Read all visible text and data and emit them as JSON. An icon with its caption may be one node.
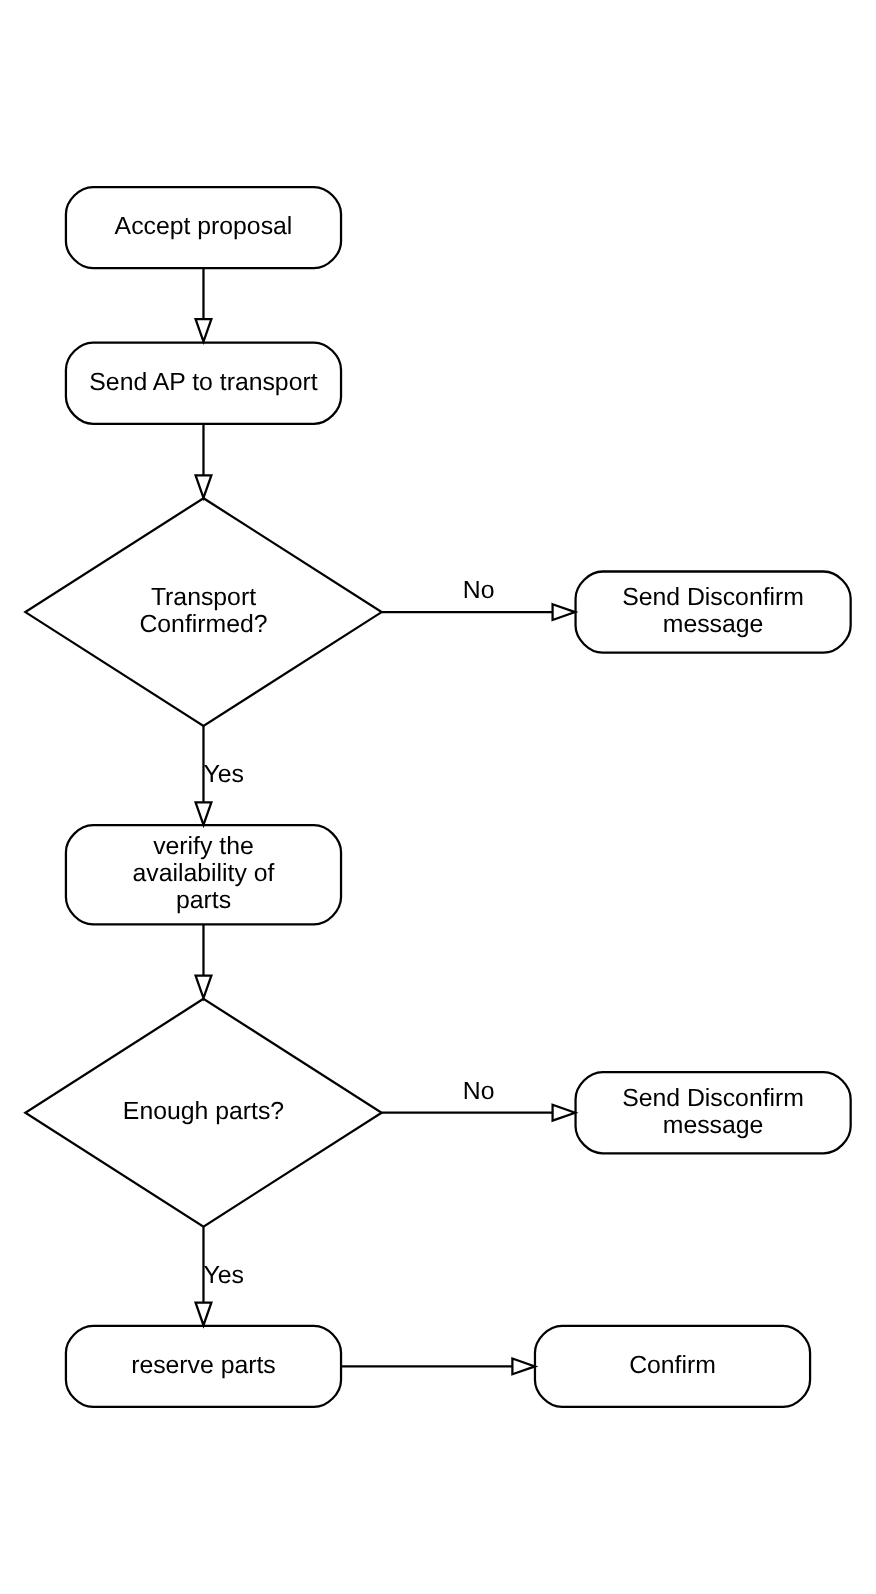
{
  "diagram": {
    "nodes": [
      {
        "text": [
          "Accept proposal"
        ]
      },
      {
        "text": [
          "Send AP to transport"
        ]
      },
      {
        "text": [
          "Transport Confirmed?"
        ]
      },
      {
        "text": [
          "Send Disconfirm message"
        ]
      },
      {
        "text": [
          "verify the availability of parts"
        ]
      },
      {
        "text": [
          "Enough parts?"
        ]
      },
      {
        "text": [
          "Send Disconfirm message"
        ]
      },
      {
        "text": [
          "reserve parts"
        ]
      },
      {
        "text": [
          "Confirm"
        ]
      }
    ],
    "edges": [
      {
        "from": 0,
        "to": 1,
        "arrow": "to"
      },
      {
        "from": 1,
        "to": 2,
        "arrow": "to"
      },
      {
        "from": 2,
        "to": 3,
        "arrow": "to",
        "label": "No"
      },
      {
        "from": 2,
        "to": 4,
        "arrow": "to",
        "label": "Yes"
      },
      {
        "from": 4,
        "to": 5,
        "arrow": "to"
      },
      {
        "from": 5,
        "to": 6,
        "arrow": "to",
        "label": "No"
      },
      {
        "from": 5,
        "to": 7,
        "arrow": "to",
        "label": "Yes"
      },
      {
        "from": 7,
        "to": 8,
        "arrow": "to"
      }
    ]
  }
}
